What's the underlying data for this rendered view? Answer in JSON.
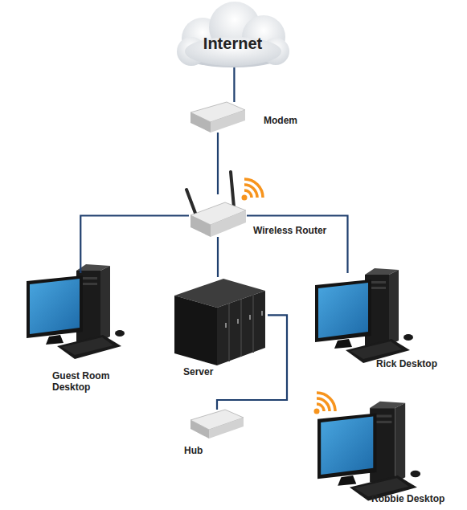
{
  "diagram": {
    "nodes": [
      {
        "text": [
          "Internet"
        ]
      },
      {
        "text": [
          "Modem"
        ]
      },
      {
        "text": [
          "Wireless Router"
        ]
      },
      {
        "text": [
          "Guest Room Desktop"
        ]
      },
      {
        "text": [
          "Server"
        ]
      },
      {
        "text": [
          "Rick Desktop"
        ]
      },
      {
        "text": [
          "Hub"
        ]
      },
      {
        "text": [
          "Robbie Desktop"
        ]
      }
    ],
    "edges": [
      {
        "from": 0,
        "to": 1,
        "arrow": "none"
      },
      {
        "from": 1,
        "to": 2,
        "arrow": "none"
      },
      {
        "from": 2,
        "to": 3,
        "arrow": "none"
      },
      {
        "from": 2,
        "to": 4,
        "arrow": "none"
      },
      {
        "from": 2,
        "to": 5,
        "arrow": "none"
      },
      {
        "from": 4,
        "to": 6,
        "arrow": "none"
      }
    ]
  }
}
